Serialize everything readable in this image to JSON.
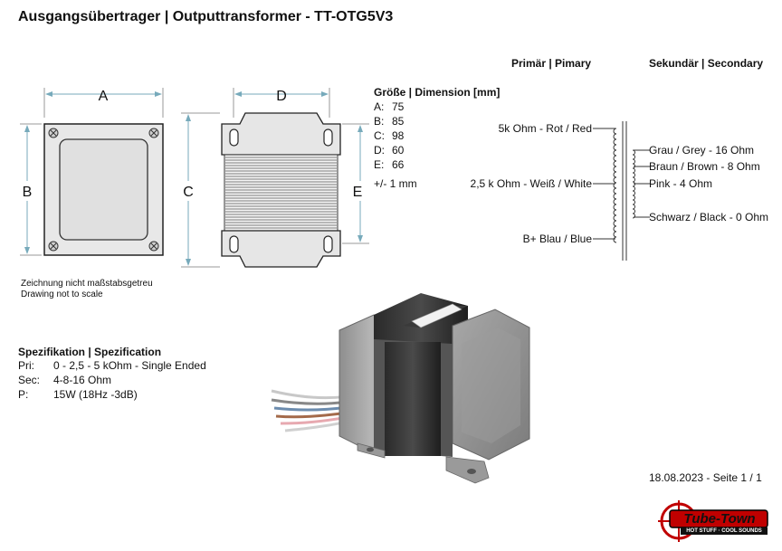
{
  "document": {
    "title": "Ausgangsübertrager | Outputtransformer - TT-OTG5V3",
    "footer": "18.08.2023 - Seite 1 / 1"
  },
  "drawing": {
    "labels": {
      "A": "A",
      "B": "B",
      "C": "C",
      "D": "D",
      "E": "E"
    },
    "note_de": "Zeichnung nicht maßstabsgetreu",
    "note_en": "Drawing not to scale"
  },
  "dimensions": {
    "header": "Größe | Dimension [mm]",
    "rows": [
      {
        "key": "A:",
        "value": "75"
      },
      {
        "key": "B:",
        "value": "85"
      },
      {
        "key": "C:",
        "value": "98"
      },
      {
        "key": "D:",
        "value": "60"
      },
      {
        "key": "E:",
        "value": "66"
      }
    ],
    "tolerance": "+/- 1 mm"
  },
  "schematic": {
    "primary_header": "Primär | Pimary",
    "secondary_header": "Sekundär | Secondary",
    "primary_taps": [
      "5k Ohm - Rot / Red",
      "2,5 k Ohm - Weiß / White",
      "B+ Blau / Blue"
    ],
    "secondary_taps": [
      "Grau / Grey - 16 Ohm",
      "Braun / Brown - 8 Ohm",
      "Pink - 4 Ohm",
      "Schwarz / Black - 0 Ohm"
    ]
  },
  "specification": {
    "header": "Spezifikation | Spezification",
    "rows": [
      {
        "key": "Pri:",
        "value": "0 - 2,5 - 5  kOhm - Single Ended"
      },
      {
        "key": "Sec:",
        "value": "4-8-16 Ohm"
      },
      {
        "key": "P:",
        "value": "15W (18Hz -3dB)"
      }
    ]
  },
  "logo": {
    "brand": "Tube-Town",
    "slogan": "HOT STUFF · COOL SOUNDS"
  }
}
